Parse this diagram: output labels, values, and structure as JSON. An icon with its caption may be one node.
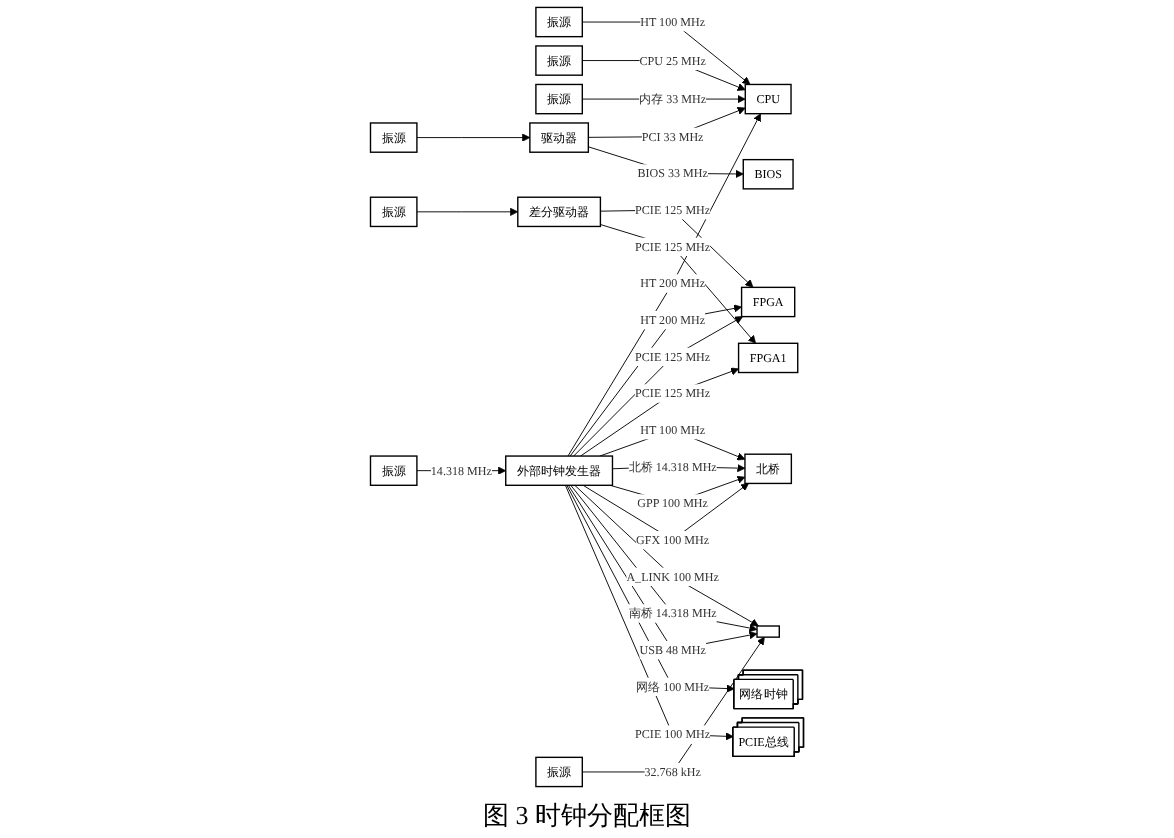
{
  "diagram": {
    "caption": "图 3 时钟分配框图",
    "nodes": [
      {
        "text": [
          "振源"
        ]
      },
      {
        "text": [
          "振源"
        ]
      },
      {
        "text": [
          "振源"
        ]
      },
      {
        "text": [
          "CPU"
        ]
      },
      {
        "text": [
          "振源"
        ]
      },
      {
        "text": [
          "驱动器"
        ]
      },
      {
        "text": [
          "BIOS"
        ]
      },
      {
        "text": [
          "振源"
        ]
      },
      {
        "text": [
          "差分驱动器"
        ]
      },
      {
        "text": [
          "FPGA"
        ]
      },
      {
        "text": [
          "FPGA1"
        ]
      },
      {
        "text": [
          "外部时钟发生器"
        ]
      },
      {
        "text": [
          "北桥"
        ]
      },
      {
        "text": [],
        "shape": "box"
      },
      {
        "text": [
          "振源"
        ]
      },
      {
        "text": [
          "网络时钟"
        ]
      },
      {
        "text": [
          "PCIE总线"
        ]
      },
      {
        "text": [
          "振源"
        ]
      }
    ],
    "edges": [
      {
        "from": 0,
        "to": 3,
        "arrow": "to",
        "label": "HT 100 MHz"
      },
      {
        "from": 1,
        "to": 3,
        "arrow": "to",
        "label": "CPU 25 MHz"
      },
      {
        "from": 2,
        "to": 3,
        "arrow": "to",
        "label": "内存 33 MHz"
      },
      {
        "from": 11,
        "to": 3,
        "arrow": "to",
        "label": "HT 200 MHz"
      },
      {
        "from": 4,
        "to": 5,
        "arrow": "to"
      },
      {
        "from": 5,
        "to": 3,
        "arrow": "to",
        "label": "PCI 33 MHz"
      },
      {
        "from": 5,
        "to": 6,
        "arrow": "to",
        "label": "BIOS 33 MHz"
      },
      {
        "from": 7,
        "to": 8,
        "arrow": "to"
      },
      {
        "from": 8,
        "to": 9,
        "arrow": "to",
        "label": "PCIE 125 MHz"
      },
      {
        "from": 11,
        "to": 9,
        "arrow": "to",
        "label": "HT 200 MHz"
      },
      {
        "from": 11,
        "to": 9,
        "arrow": "to",
        "label": "PCIE 125 MHz"
      },
      {
        "from": 8,
        "to": 10,
        "arrow": "to",
        "label": "PCIE 125 MHz"
      },
      {
        "from": 11,
        "to": 10,
        "arrow": "to",
        "label": "PCIE 125 MHz"
      },
      {
        "from": 11,
        "to": 12,
        "arrow": "to",
        "label": "HT 100 MHz"
      },
      {
        "from": 11,
        "to": 12,
        "arrow": "to",
        "label": "北桥 14.318 MHz"
      },
      {
        "from": 11,
        "to": 12,
        "arrow": "to",
        "label": "GPP 100 MHz"
      },
      {
        "from": 11,
        "to": 12,
        "arrow": "to",
        "label": "GFX 100 MHz"
      },
      {
        "from": 11,
        "to": 13,
        "arrow": "to",
        "label": "A_LINK 100 MHz"
      },
      {
        "from": 11,
        "to": 13,
        "arrow": "to",
        "label": "南桥 14.318 MHz"
      },
      {
        "from": 11,
        "to": 13,
        "arrow": "to",
        "label": "USB 48 MHz"
      },
      {
        "from": 14,
        "to": 13,
        "arrow": "to",
        "label": "32.768 kHz"
      },
      {
        "from": 11,
        "to": 15,
        "arrow": "to",
        "label": "网络 100 MHz"
      },
      {
        "from": 11,
        "to": 16,
        "arrow": "to",
        "label": "PCIE 100 MHz"
      },
      {
        "from": 17,
        "to": 11,
        "arrow": "to",
        "label": "14.318 MHz"
      }
    ]
  }
}
